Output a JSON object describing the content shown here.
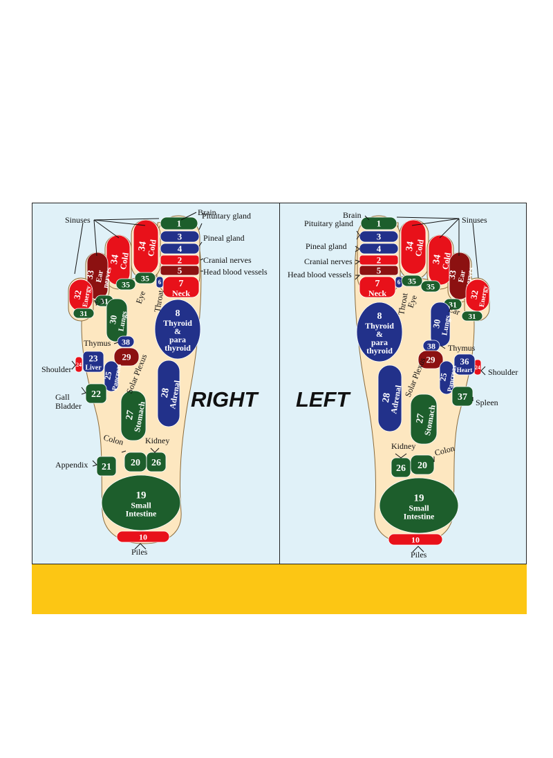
{
  "titles": {
    "right": "RIGHT",
    "left": "LEFT"
  },
  "colors": {
    "background": "#e0f1f8",
    "foot": "#fde7c0",
    "red": "#e8111a",
    "dark_red": "#8c1111",
    "navy": "#22318a",
    "green": "#1d5e2c",
    "black": "#111111",
    "band": "#fcc614"
  },
  "right_foot": {
    "zones": [
      {
        "num": "1",
        "color": "green"
      },
      {
        "num": "3",
        "color": "navy"
      },
      {
        "num": "4",
        "color": "navy"
      },
      {
        "num": "2",
        "color": "red"
      },
      {
        "num": "5",
        "color": "dark_red"
      },
      {
        "num": "7",
        "label": "Neck",
        "color": "red"
      },
      {
        "num": "6",
        "color": "navy"
      },
      {
        "num": "34",
        "label": "Cold",
        "color": "red"
      },
      {
        "num": "34",
        "label": "Cold",
        "color": "red"
      },
      {
        "num": "33",
        "label": "Ear nerves",
        "color": "dark_red"
      },
      {
        "num": "32",
        "label": "Energy",
        "color": "red"
      },
      {
        "num": "35",
        "color": "green"
      },
      {
        "num": "35",
        "color": "green"
      },
      {
        "num": "31",
        "color": "green"
      },
      {
        "num": "31",
        "color": "green"
      },
      {
        "num": "30",
        "label": "Lungs",
        "color": "green"
      },
      {
        "num": "8",
        "label": "Thyroid & para thyroid",
        "color": "navy"
      },
      {
        "num": "38",
        "color": "navy"
      },
      {
        "num": "29",
        "color": "dark_red"
      },
      {
        "num": "24",
        "color": "red"
      },
      {
        "num": "23",
        "label": "Liver",
        "color": "navy"
      },
      {
        "num": "25",
        "label": "Pancreas",
        "color": "navy"
      },
      {
        "num": "28",
        "label": "Adrenal",
        "color": "navy"
      },
      {
        "num": "22",
        "color": "green"
      },
      {
        "num": "27",
        "label": "Stomach",
        "color": "green"
      },
      {
        "num": "21",
        "color": "green"
      },
      {
        "num": "20",
        "color": "green"
      },
      {
        "num": "26",
        "color": "green"
      },
      {
        "num": "19",
        "label": "Small Intestine",
        "color": "green"
      },
      {
        "num": "10",
        "color": "red"
      }
    ],
    "callouts": [
      "Sinuses",
      "Brain",
      "Pituitary gland",
      "Pineal gland",
      "Cranial nerves",
      "Head blood vessels",
      "Ear",
      "Eye",
      "Throat",
      "Thymus",
      "Shoulder",
      "Solar Plexus",
      "Gall Bladder",
      "Colon",
      "Kidney",
      "Appendix",
      "Piles"
    ]
  },
  "left_foot": {
    "zones": [
      {
        "num": "1",
        "color": "green"
      },
      {
        "num": "3",
        "color": "navy"
      },
      {
        "num": "4",
        "color": "navy"
      },
      {
        "num": "2",
        "color": "red"
      },
      {
        "num": "5",
        "color": "dark_red"
      },
      {
        "num": "7",
        "label": "Neck",
        "color": "red"
      },
      {
        "num": "6",
        "color": "navy"
      },
      {
        "num": "34",
        "label": "Cold",
        "color": "red"
      },
      {
        "num": "34",
        "label": "Cold",
        "color": "red"
      },
      {
        "num": "33",
        "label": "Ear nerves",
        "color": "dark_red"
      },
      {
        "num": "32",
        "label": "Energy",
        "color": "red"
      },
      {
        "num": "35",
        "color": "green"
      },
      {
        "num": "35",
        "color": "green"
      },
      {
        "num": "31",
        "color": "green"
      },
      {
        "num": "31",
        "color": "green"
      },
      {
        "num": "30",
        "label": "Lungs",
        "color": "navy"
      },
      {
        "num": "8",
        "label": "Thyroid & para thyroid",
        "color": "navy"
      },
      {
        "num": "38",
        "color": "navy"
      },
      {
        "num": "29",
        "color": "dark_red"
      },
      {
        "num": "24",
        "color": "red"
      },
      {
        "num": "36",
        "label": "Heart",
        "color": "navy"
      },
      {
        "num": "25",
        "label": "Pancreas",
        "color": "navy"
      },
      {
        "num": "28",
        "label": "Adrenal",
        "color": "navy"
      },
      {
        "num": "37",
        "color": "green"
      },
      {
        "num": "27",
        "label": "Stomach",
        "color": "green"
      },
      {
        "num": "26",
        "color": "green"
      },
      {
        "num": "20",
        "color": "green"
      },
      {
        "num": "19",
        "label": "Small Intestine",
        "color": "green"
      },
      {
        "num": "10",
        "color": "red"
      }
    ],
    "callouts": [
      "Brain",
      "Sinuses",
      "Pituitary gland",
      "Pineal gland",
      "Cranial nerves",
      "Head blood vessels",
      "Throat",
      "Eye",
      "Ear",
      "Thymus",
      "Shoulder",
      "Solar Plexus",
      "Spleen",
      "Kidney",
      "Colon",
      "Piles"
    ]
  }
}
